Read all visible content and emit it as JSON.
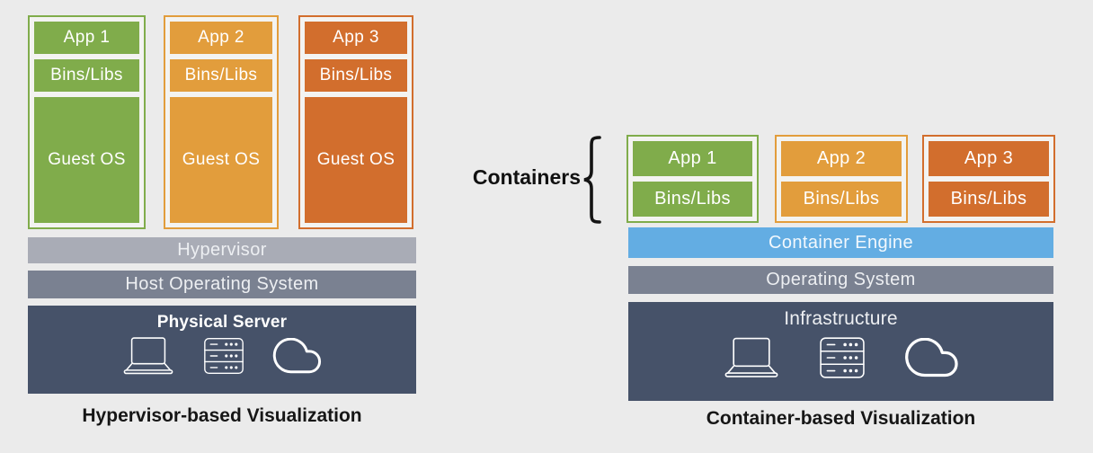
{
  "colors": {
    "background": "#EBEBEB",
    "green": "#80AC4B",
    "orange": "#E29D3C",
    "dark_orange": "#D26E2D",
    "hypervisor_bar": "#A9ACB6",
    "os_bar": "#7A8191",
    "container_engine_bar": "#63ADE3",
    "infrastructure_bar": "#465269",
    "box_text": "#FFFFFF",
    "caption_text": "#161616"
  },
  "left": {
    "caption": "Hypervisor-based Visualization",
    "columns": [
      {
        "app": "App 1",
        "bins": "Bins/Libs",
        "guest": "Guest OS",
        "color": "#80AC4B"
      },
      {
        "app": "App 2",
        "bins": "Bins/Libs",
        "guest": "Guest OS",
        "color": "#E29D3C"
      },
      {
        "app": "App 3",
        "bins": "Bins/Libs",
        "guest": "Guest OS",
        "color": "#D26E2D"
      }
    ],
    "layers": {
      "hypervisor": "Hypervisor",
      "host_os": "Host Operating System",
      "physical_server": "Physical Server"
    },
    "icons": [
      "laptop-icon",
      "server-rack-icon",
      "cloud-icon"
    ]
  },
  "right": {
    "caption": "Container-based Visualization",
    "containers_label": "Containers",
    "containers": [
      {
        "app": "App 1",
        "bins": "Bins/Libs",
        "color": "#80AC4B"
      },
      {
        "app": "App 2",
        "bins": "Bins/Libs",
        "color": "#E29D3C"
      },
      {
        "app": "App 3",
        "bins": "Bins/Libs",
        "color": "#D26E2D"
      }
    ],
    "layers": {
      "container_engine": "Container Engine",
      "operating_system": "Operating System",
      "infrastructure": "Infrastructure"
    },
    "icons": [
      "laptop-icon",
      "server-rack-icon",
      "cloud-icon"
    ]
  }
}
